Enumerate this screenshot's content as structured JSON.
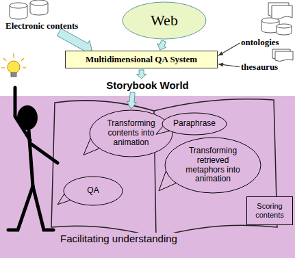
{
  "diagram": {
    "nodes": [
      {
        "text": [
          "Electronic contents"
        ]
      },
      {
        "text": [
          "Web"
        ]
      },
      {
        "text": [
          "ontologies"
        ]
      },
      {
        "text": [
          "thesaurus"
        ]
      },
      {
        "text": [
          "Multidimensional QA System"
        ]
      },
      {
        "text": [
          "Storybook World",
          "Facilitating understanding"
        ]
      },
      {
        "text": [
          "Transforming contents into animation"
        ],
        "in": 5
      },
      {
        "text": [
          "Paraphrase"
        ],
        "in": 5
      },
      {
        "text": [
          "Transforming retrieved metaphors into animation"
        ],
        "in": 5
      },
      {
        "text": [
          "QA"
        ],
        "in": 5
      },
      {
        "text": [
          "Scoring contents"
        ],
        "in": 5
      }
    ],
    "edges": [
      {
        "from": 0,
        "to": 4,
        "arrow": "to"
      },
      {
        "from": 1,
        "to": 4,
        "arrow": "to"
      },
      {
        "from": 2,
        "to": 4,
        "arrow": "to"
      },
      {
        "from": 3,
        "to": 4,
        "arrow": "to"
      },
      {
        "from": 4,
        "to": 5,
        "arrow": "to"
      },
      {
        "from": 5,
        "to": 6,
        "arrow": "to"
      }
    ]
  }
}
